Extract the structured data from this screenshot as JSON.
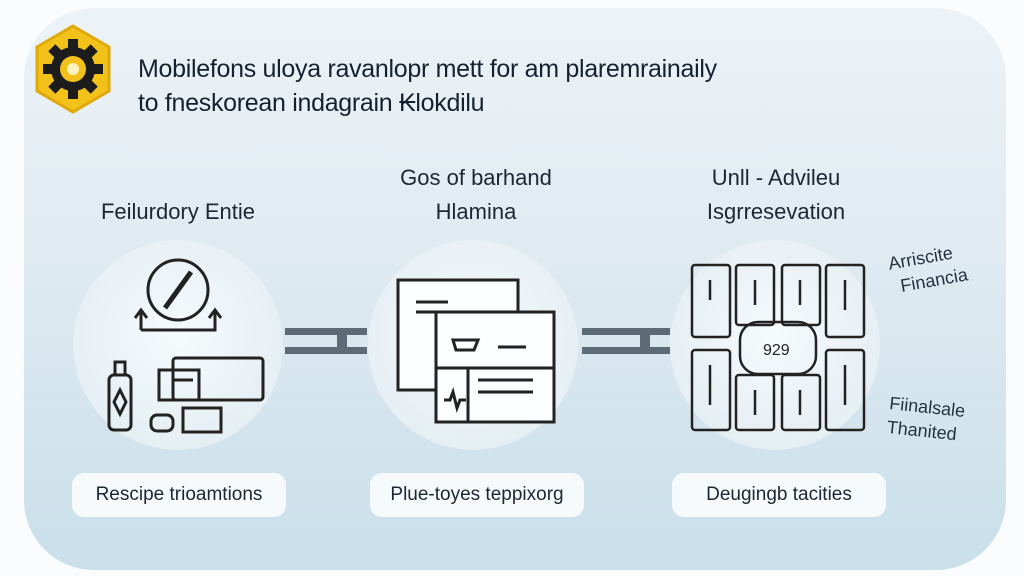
{
  "title": {
    "line1": "Mobilefons uloya ravanlopr mett for am plaremrainaily",
    "line2": "to fneskorean indagrain ₭lokdilu"
  },
  "columns": [
    {
      "head1": "",
      "head2": "Feilurdory Entie",
      "label": "Rescipe trioamtions",
      "icon": "devices-icon"
    },
    {
      "head1": "Gos of barhand",
      "head2": "Hlamina",
      "label": "Plue-toyes teppixorg",
      "icon": "documents-icon"
    },
    {
      "head1": "Unll - Advileu",
      "head2": "Isgrresevation",
      "label": "Deugingb tacities",
      "icon": "circuit-icon"
    }
  ],
  "side_notes": [
    {
      "line1": "Arriscite",
      "line2": "Financia"
    },
    {
      "line1": "Fiinalsale",
      "line2": "Thanited"
    }
  ],
  "colors": {
    "accent": "#f2c21b",
    "connector": "#5d6b76"
  }
}
